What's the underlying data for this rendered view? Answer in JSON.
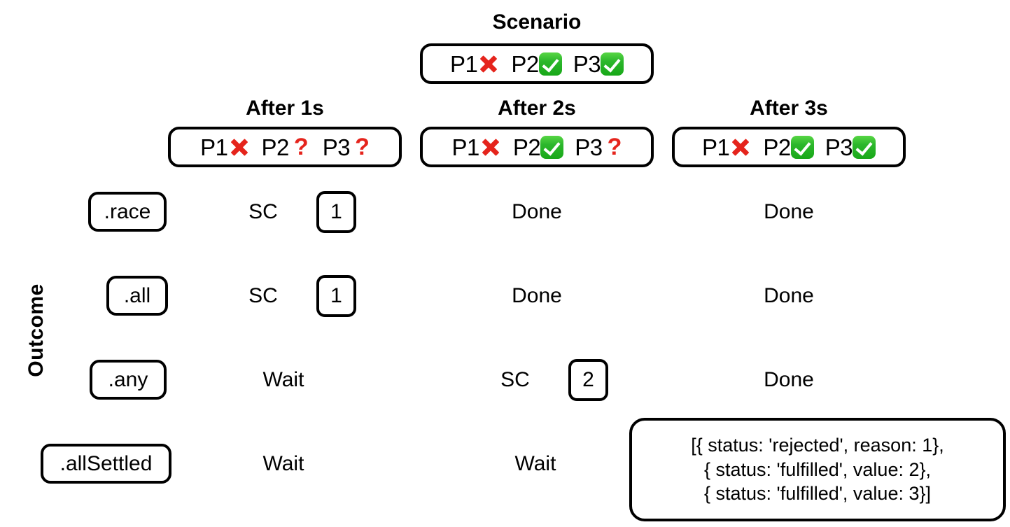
{
  "axis": {
    "outcome_label": "Outcome"
  },
  "scenario": {
    "heading": "Scenario",
    "promises": [
      {
        "label": "P1",
        "status": "rejected",
        "icon": "red-x-icon"
      },
      {
        "label": "P2",
        "status": "fulfilled",
        "icon": "green-check-icon"
      },
      {
        "label": "P3",
        "status": "fulfilled",
        "icon": "green-check-icon"
      }
    ]
  },
  "columns": [
    {
      "heading": "After 1s",
      "promises": [
        {
          "label": "P1",
          "status": "rejected",
          "icon": "red-x-icon"
        },
        {
          "label": "P2",
          "status": "pending",
          "icon": "red-question-icon",
          "glyph": "?"
        },
        {
          "label": "P3",
          "status": "pending",
          "icon": "red-question-icon",
          "glyph": "?"
        }
      ]
    },
    {
      "heading": "After 2s",
      "promises": [
        {
          "label": "P1",
          "status": "rejected",
          "icon": "red-x-icon"
        },
        {
          "label": "P2",
          "status": "fulfilled",
          "icon": "green-check-icon"
        },
        {
          "label": "P3",
          "status": "pending",
          "icon": "red-question-icon",
          "glyph": "?"
        }
      ]
    },
    {
      "heading": "After 3s",
      "promises": [
        {
          "label": "P1",
          "status": "rejected",
          "icon": "red-x-icon"
        },
        {
          "label": "P2",
          "status": "fulfilled",
          "icon": "green-check-icon"
        },
        {
          "label": "P3",
          "status": "fulfilled",
          "icon": "green-check-icon"
        }
      ]
    }
  ],
  "rows": [
    {
      "method": ".race",
      "cells": [
        {
          "text": "SC",
          "value": "1"
        },
        {
          "text": "Done"
        },
        {
          "text": "Done"
        }
      ]
    },
    {
      "method": ".all",
      "cells": [
        {
          "text": "SC",
          "value": "1"
        },
        {
          "text": "Done"
        },
        {
          "text": "Done"
        }
      ]
    },
    {
      "method": ".any",
      "cells": [
        {
          "text": "Wait"
        },
        {
          "text": "SC",
          "value": "2"
        },
        {
          "text": "Done"
        }
      ]
    },
    {
      "method": ".allSettled",
      "cells": [
        {
          "text": "Wait"
        },
        {
          "text": "Wait"
        },
        {
          "result_lines": [
            "[{ status: 'rejected', reason: 1},",
            "{ status: 'fulfilled', value: 2},",
            "{ status: 'fulfilled', value: 3}]"
          ]
        }
      ]
    }
  ],
  "colors": {
    "rejected": "#e5241c",
    "fulfilled": "#2cb72c",
    "pending": "#e5241c",
    "border": "#000000",
    "background": "#ffffff"
  }
}
